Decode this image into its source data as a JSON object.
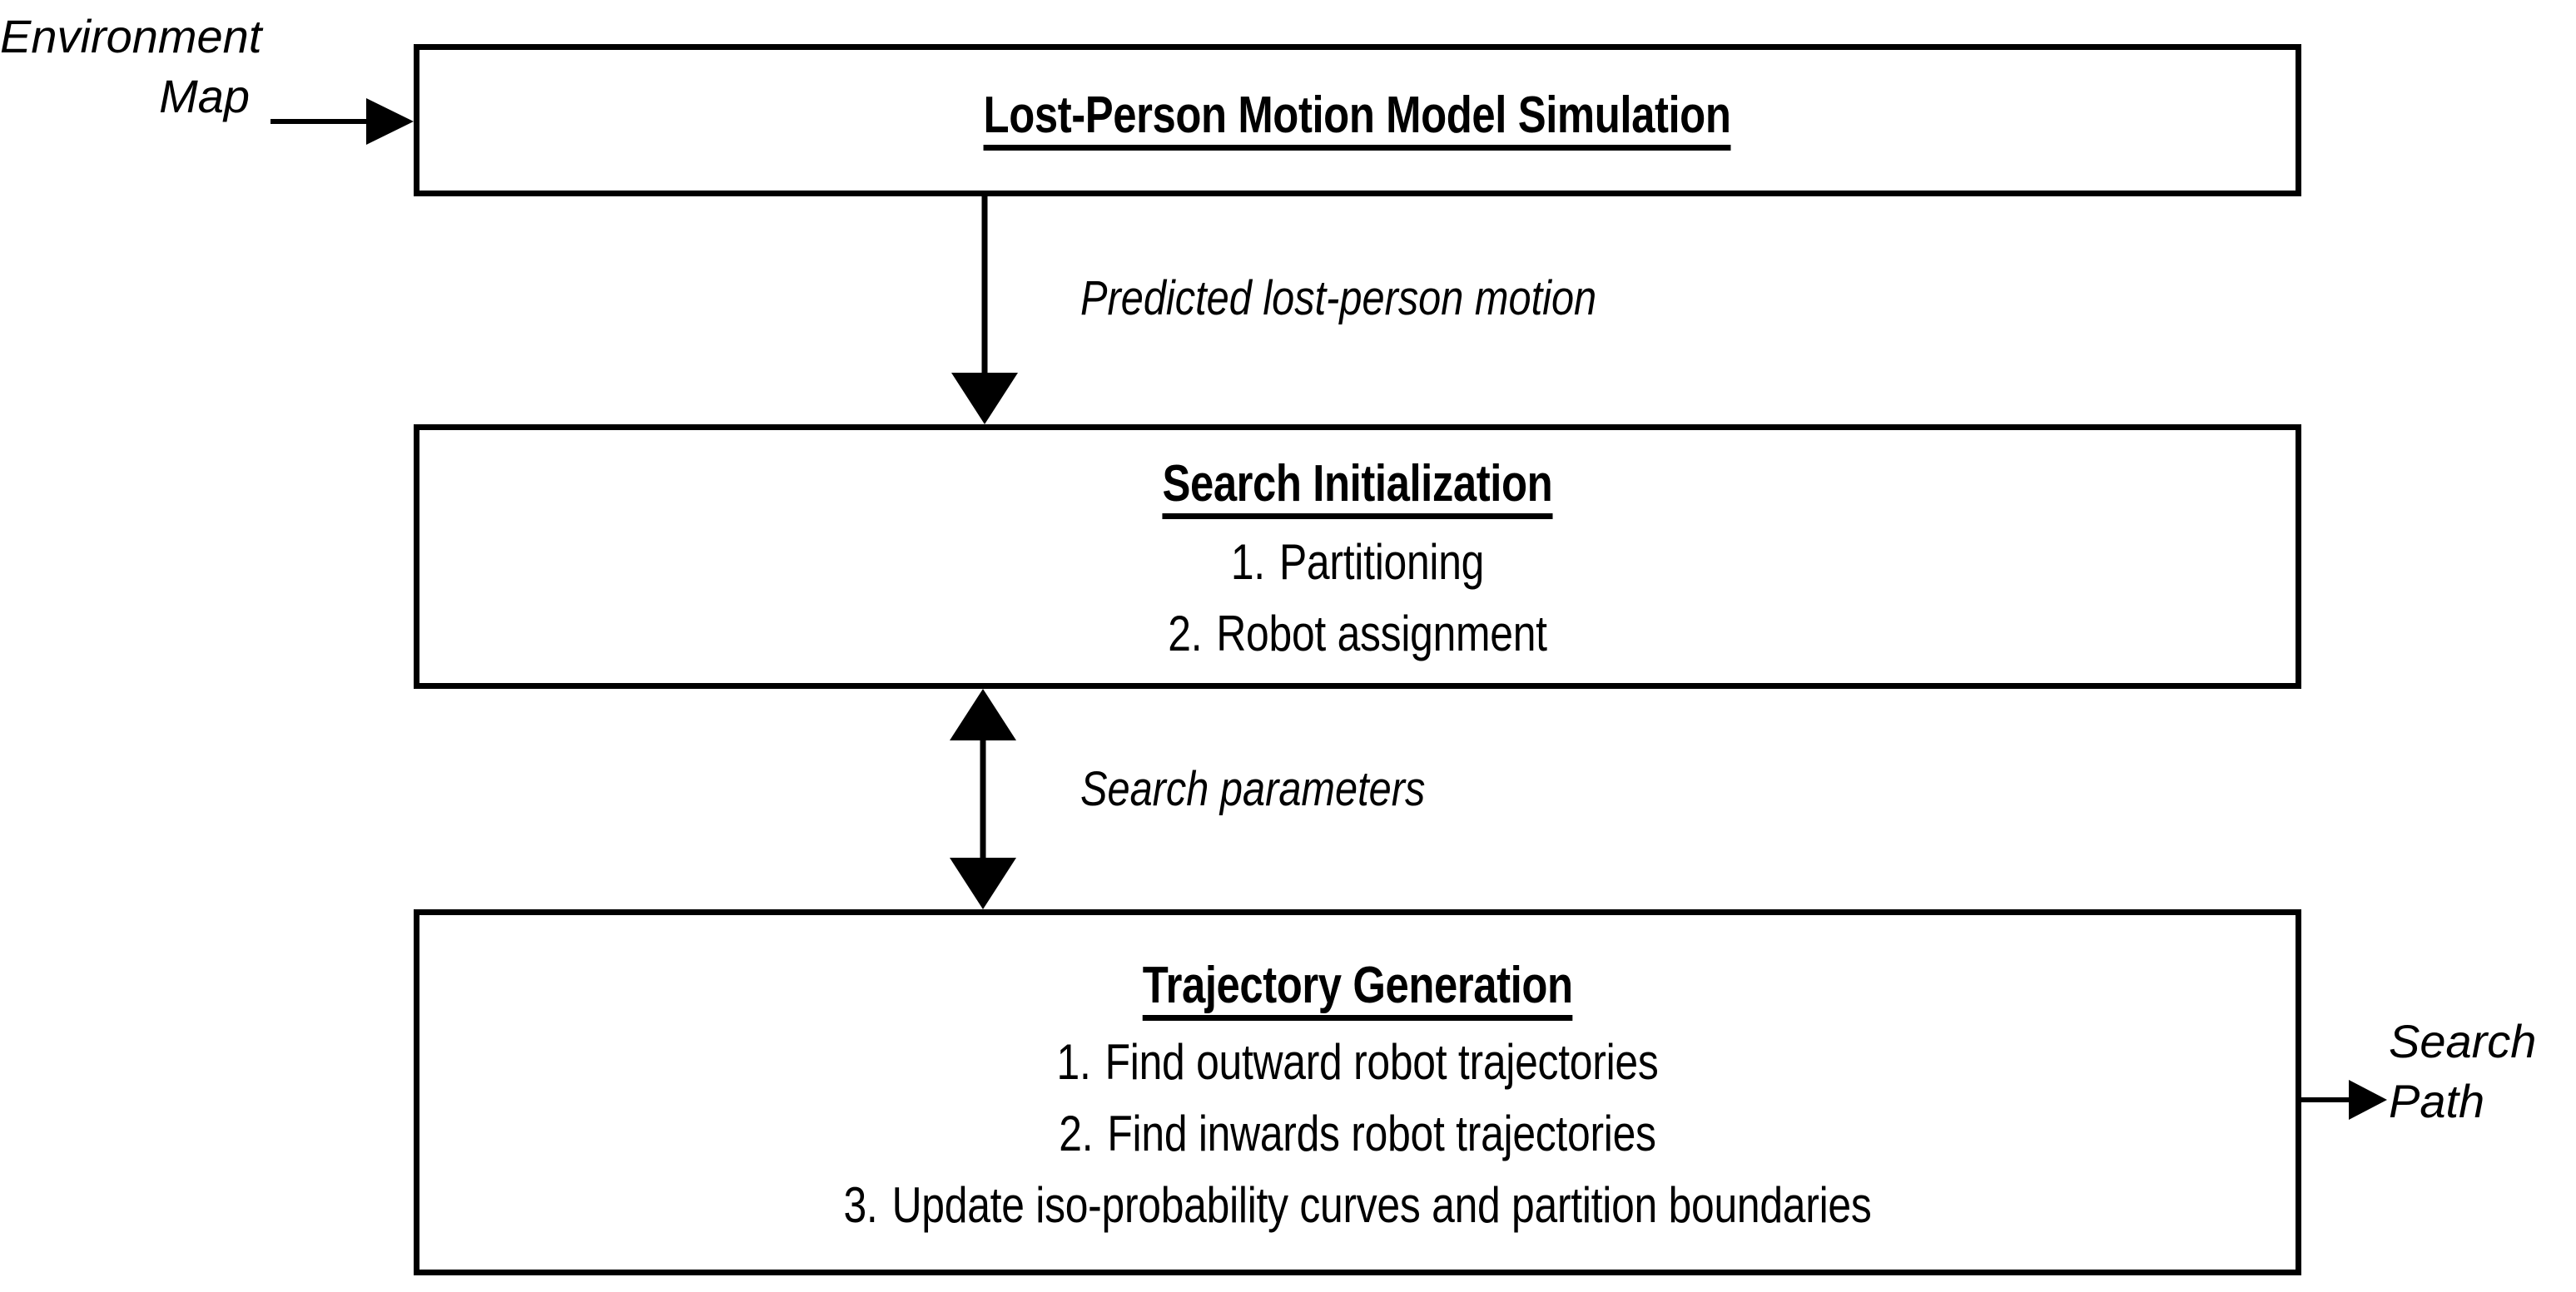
{
  "diagram": {
    "title_semantics": "lost-person search planning pipeline flowchart",
    "inputs": {
      "environment_map_label": "Environment\nMap"
    },
    "outputs": {
      "search_path_label": "Search\nPath"
    },
    "boxes": [
      {
        "id": "lost-person-motion-model-simulation",
        "title": "Lost-Person Motion Model Simulation",
        "items": []
      },
      {
        "id": "search-initialization",
        "title": "Search Initialization",
        "items": [
          {
            "num": "1.",
            "text": "Partitioning"
          },
          {
            "num": "2.",
            "text": "Robot assignment"
          }
        ]
      },
      {
        "id": "trajectory-generation",
        "title": "Trajectory Generation",
        "items": [
          {
            "num": "1.",
            "text": "Find outward robot trajectories"
          },
          {
            "num": "2.",
            "text": "Find inwards robot trajectories"
          },
          {
            "num": "3.",
            "text": "Update iso-probability curves and partition boundaries"
          }
        ]
      }
    ],
    "edges": [
      {
        "id": "environment-map-to-motion-model",
        "label": "",
        "direction": "right",
        "arrowheads": "single"
      },
      {
        "id": "motion-model-to-search-init",
        "label": "Predicted lost-person motion",
        "direction": "down",
        "arrowheads": "single"
      },
      {
        "id": "search-init-to-trajectory-generation",
        "label": "Search parameters",
        "direction": "both",
        "arrowheads": "double"
      },
      {
        "id": "trajectory-generation-to-search-path",
        "label": "",
        "direction": "right",
        "arrowheads": "single"
      }
    ],
    "colors": {
      "stroke": "#000000",
      "background": "#ffffff",
      "text": "#000000"
    }
  }
}
